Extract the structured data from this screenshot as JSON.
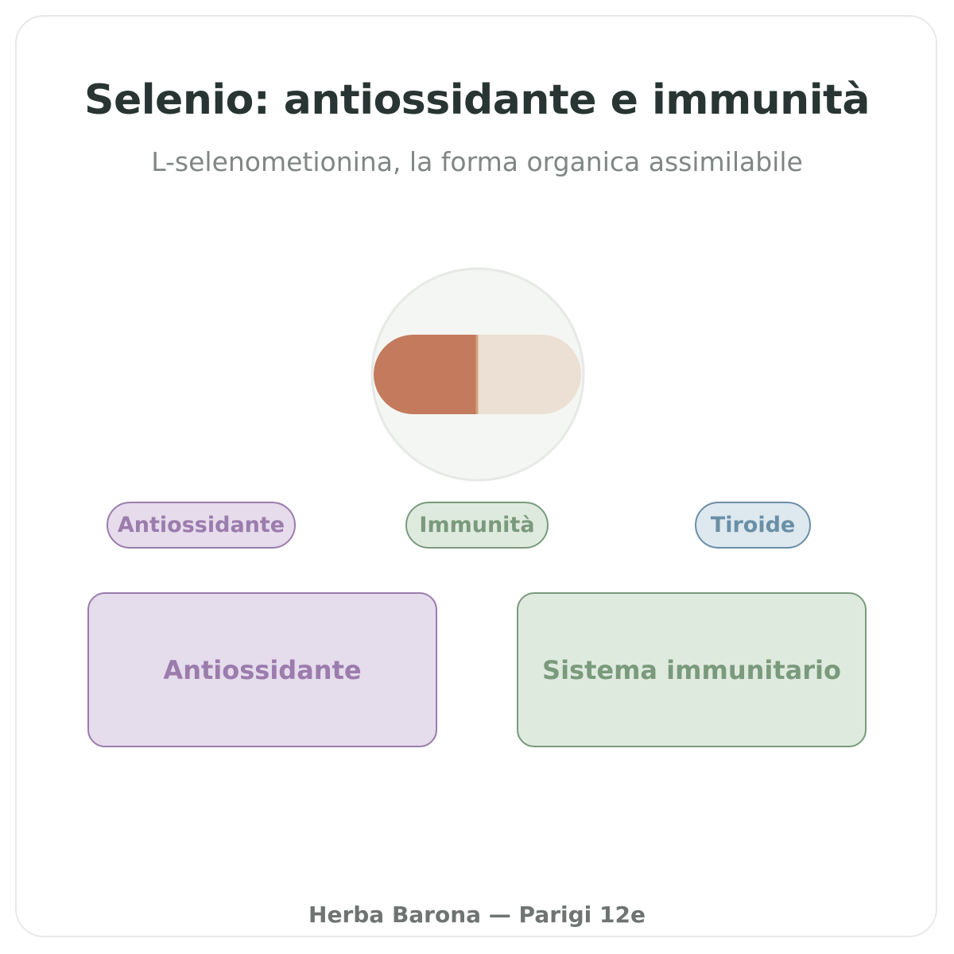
{
  "header": {
    "title": "Selenio: antiossidante e immunità",
    "subtitle": "L-selenometionina, la forma organica assimilabile"
  },
  "icon": {
    "name": "capsule-icon",
    "colors": {
      "left_half": "#c47a5d",
      "right_half": "#ebe0d3",
      "background": "#f4f6f3"
    }
  },
  "tags": [
    {
      "label": "Antiossidante",
      "color": "#9b7cad"
    },
    {
      "label": "Immunità",
      "color": "#7a9a7c"
    },
    {
      "label": "Tiroide",
      "color": "#6a8fa6"
    }
  ],
  "boxes": [
    {
      "label": "Antiossidante",
      "color": "#9b7cad"
    },
    {
      "label": "Sistema immunitario",
      "color": "#7a9a7c"
    }
  ],
  "footer": {
    "text": "Herba Barona — Parigi 12e"
  }
}
